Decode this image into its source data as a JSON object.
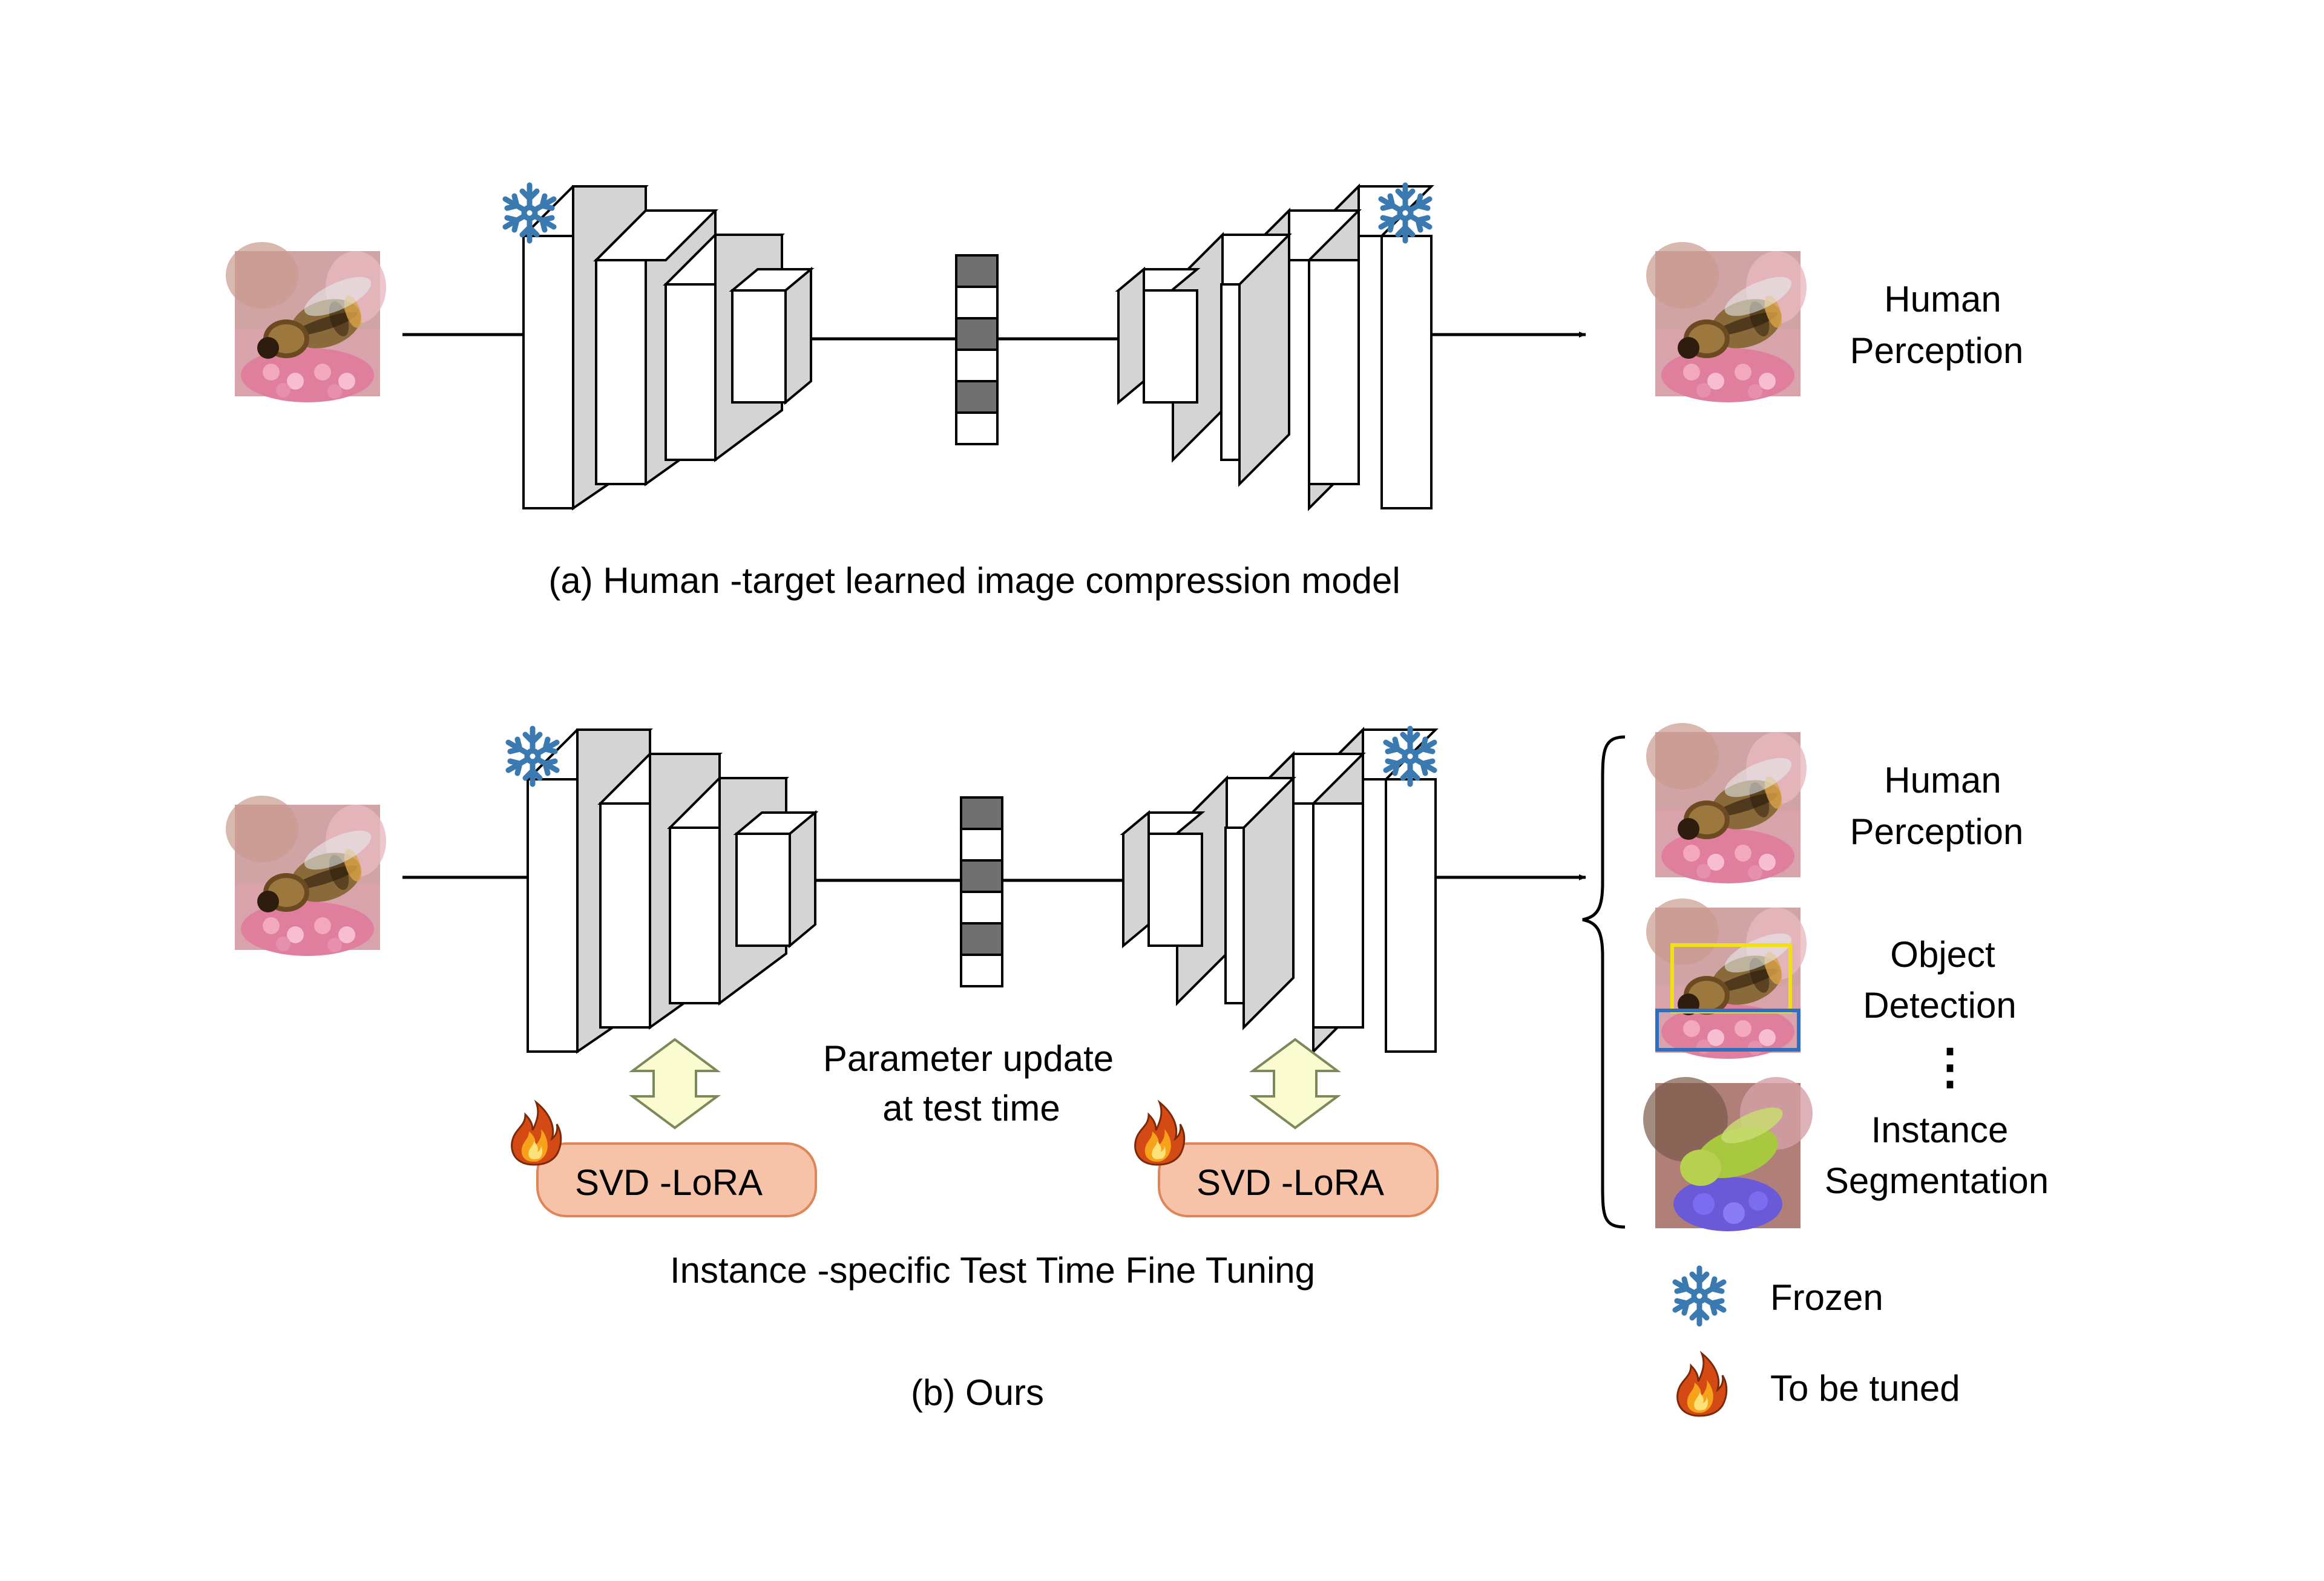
{
  "panel_a": {
    "output_label_line1": "Human",
    "output_label_line2": "Perception",
    "caption": "(a) Human -target learned image compression model"
  },
  "panel_b": {
    "outputs": [
      {
        "line1": "Human",
        "line2": "Perception"
      },
      {
        "line1": "Object",
        "line2": "Detection"
      },
      {
        "line1": "Instance",
        "line2": "Segmentation"
      }
    ],
    "more_symbol": "⋮",
    "update_line1": "Parameter update",
    "update_line2": "at test time",
    "lora_left_label": "SVD -LoRA",
    "lora_right_label": "SVD -LoRA",
    "finetune_caption": "Instance -specific Test Time Fine Tuning",
    "caption": "(b) Ours"
  },
  "legend": {
    "frozen": "Frozen",
    "tuned": "To be tuned"
  },
  "colors": {
    "ice": "#3a7ab0",
    "lora_fill": "#f6c3a8",
    "lora_stroke": "#e0845a",
    "arrow_fill": "#fbfbd2",
    "arrow_stroke": "#7c8a5a",
    "fire_outer": "#d44a14",
    "fire_inner": "#f7a21b",
    "latent_dark": "#707070",
    "box_side": "#d4d4d4"
  }
}
